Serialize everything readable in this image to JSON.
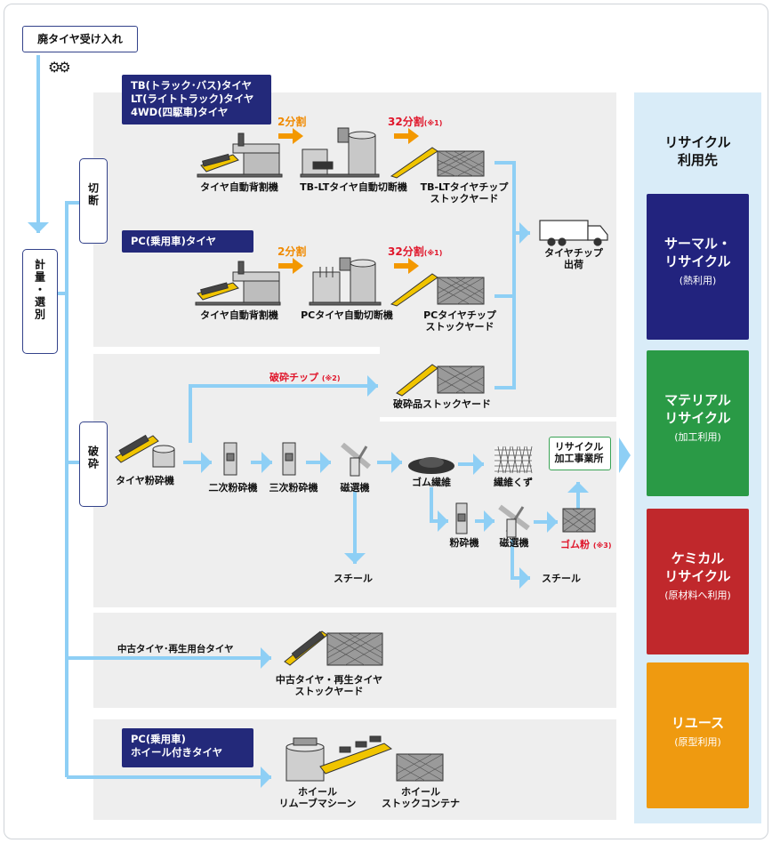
{
  "intake": {
    "label": "廃タイヤ受け入れ"
  },
  "sorting": {
    "label": "計量・選別"
  },
  "cutting": {
    "label": "切断",
    "tb_group": "TB(トラック･バス)タイヤ\nLT(ライトトラック)タイヤ\n4WD(四駆車)タイヤ",
    "pc_group": "PC(乗用車)タイヤ",
    "split2": "2分割",
    "split32": "32分割",
    "note1": "(※1)",
    "machines_tb": [
      "タイヤ自動背割機",
      "TB-LTタイヤ自動切断機",
      "TB-LTタイヤチップ\nストックヤード"
    ],
    "machines_pc": [
      "タイヤ自動背割機",
      "PCタイヤ自動切断機",
      "PCタイヤチップ\nストックヤード"
    ],
    "shipment": "タイヤチップ\n出荷"
  },
  "crushing": {
    "label": "破砕",
    "chip_route": "破砕チップ",
    "note2": "(※2)",
    "crushed_yard": "破砕品ストックヤード",
    "machines": [
      "タイヤ粉砕機",
      "二次粉砕機",
      "三次粉砕機",
      "磁選機",
      "ゴム繊維",
      "繊維くず"
    ],
    "recycle_partner": "リサイクル\n加工事業所",
    "steel1": "スチール",
    "pulverizer": "粉砕機",
    "magnet2": "磁選機",
    "rubber_powder": "ゴム粉",
    "note3": "(※3)",
    "steel2": "スチール"
  },
  "used": {
    "route_label": "中古タイヤ･再生用台タイヤ",
    "yard": "中古タイヤ・再生タイヤ\nストックヤード"
  },
  "wheel": {
    "group": "PC(乗用車)\nホイール付きタイヤ",
    "machine": "ホイール\nリムーブマシーン",
    "container": "ホイール\nストックコンテナ"
  },
  "destinations": {
    "title": "リサイクル\n利用先",
    "items": [
      {
        "title": "サーマル・\nリサイクル",
        "sub": "(熱利用)",
        "color": "#22237e"
      },
      {
        "title": "マテリアル\nリサイクル",
        "sub": "(加工利用)",
        "color": "#2a9a46"
      },
      {
        "title": "ケミカル\nリサイクル",
        "sub": "(原材料へ利用)",
        "color": "#c0282c"
      },
      {
        "title": "リユース",
        "sub": "(原型利用)",
        "color": "#ef9a10"
      }
    ]
  },
  "colors": {
    "arrow_blue": "#8ecff5",
    "arrow_orange": "#f39800",
    "navy": "#23297a",
    "panel": "#eeeeee"
  }
}
